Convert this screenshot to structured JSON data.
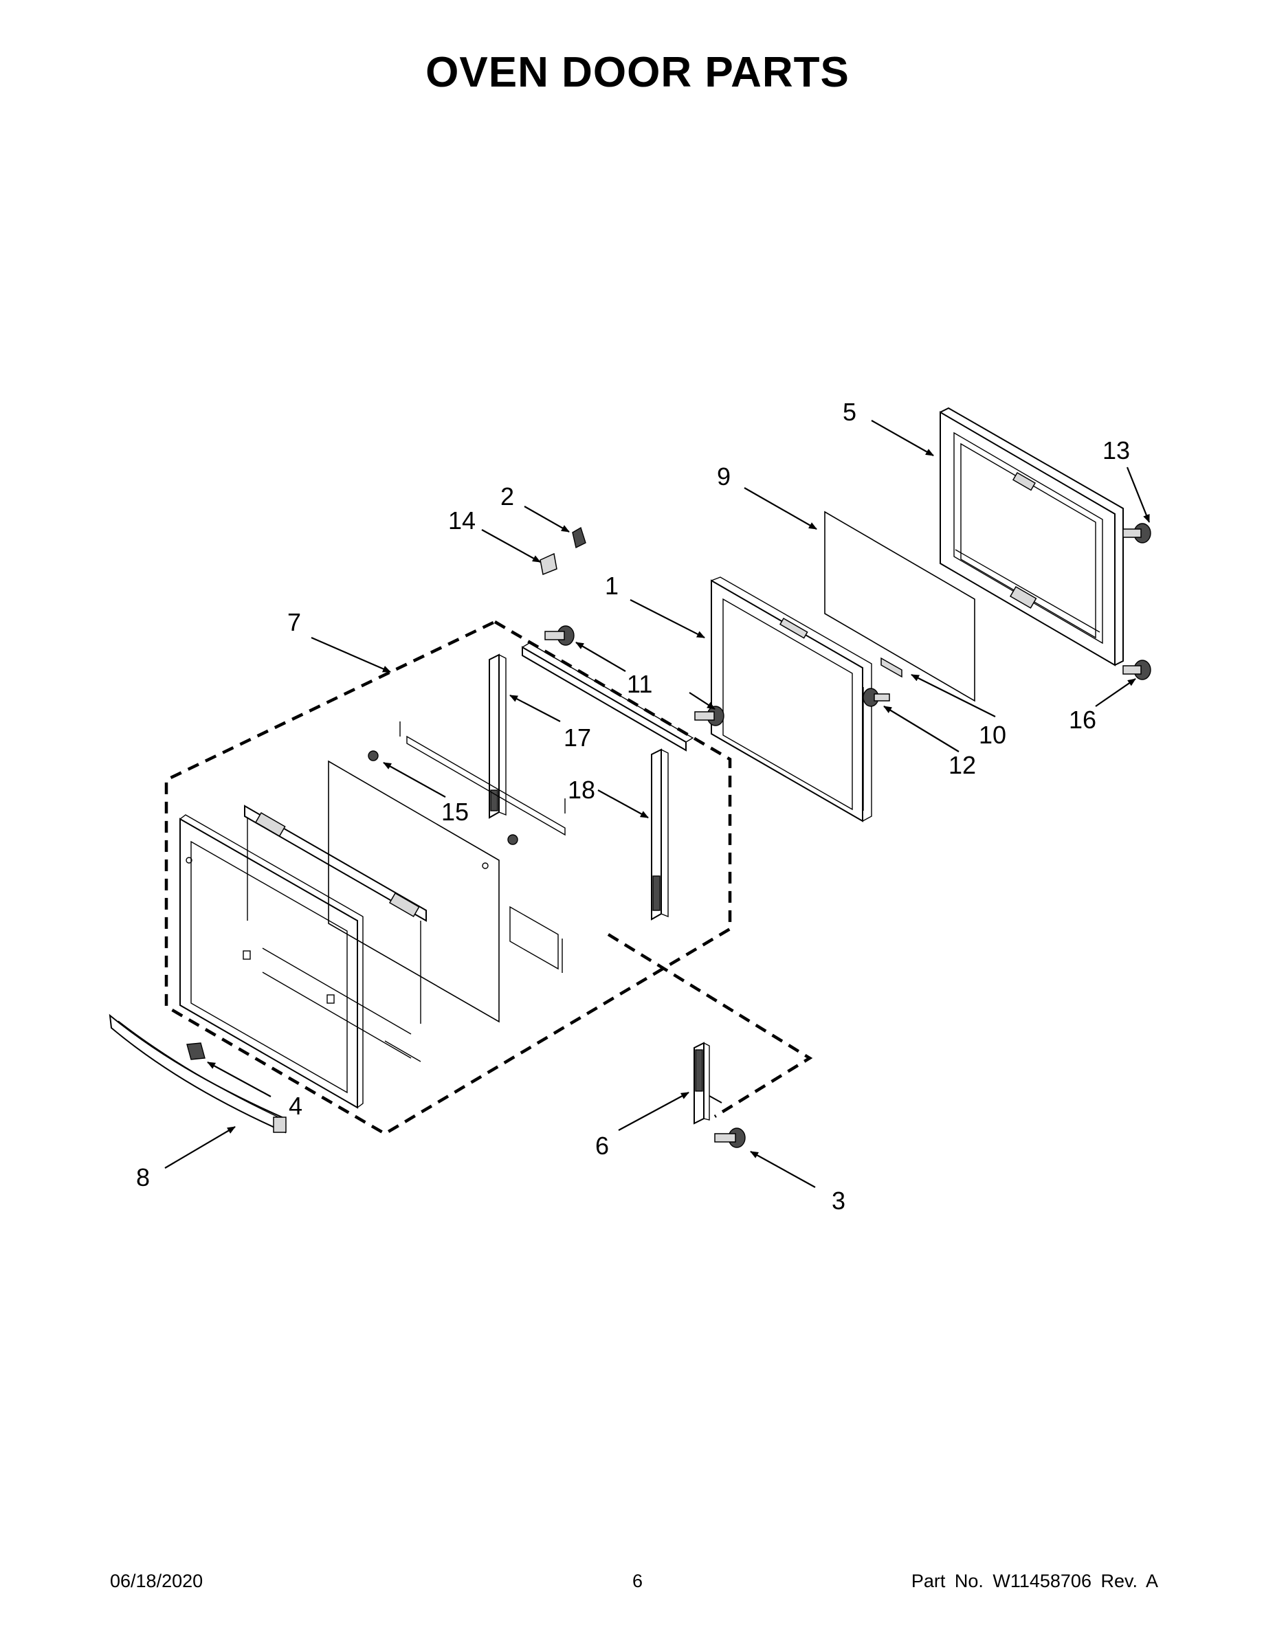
{
  "title": "OVEN DOOR PARTS",
  "callouts": {
    "c1": "1",
    "c2": "2",
    "c3": "3",
    "c4": "4",
    "c5": "5",
    "c6": "6",
    "c7": "7",
    "c8": "8",
    "c9": "9",
    "c10": "10",
    "c11": "11",
    "c12": "12",
    "c13": "13",
    "c14": "14",
    "c15": "15",
    "c16": "16",
    "c17": "17",
    "c18": "18"
  },
  "footer": {
    "date": "06/18/2020",
    "page": "6",
    "part_number": "Part No.  W11458706  Rev.  A"
  }
}
